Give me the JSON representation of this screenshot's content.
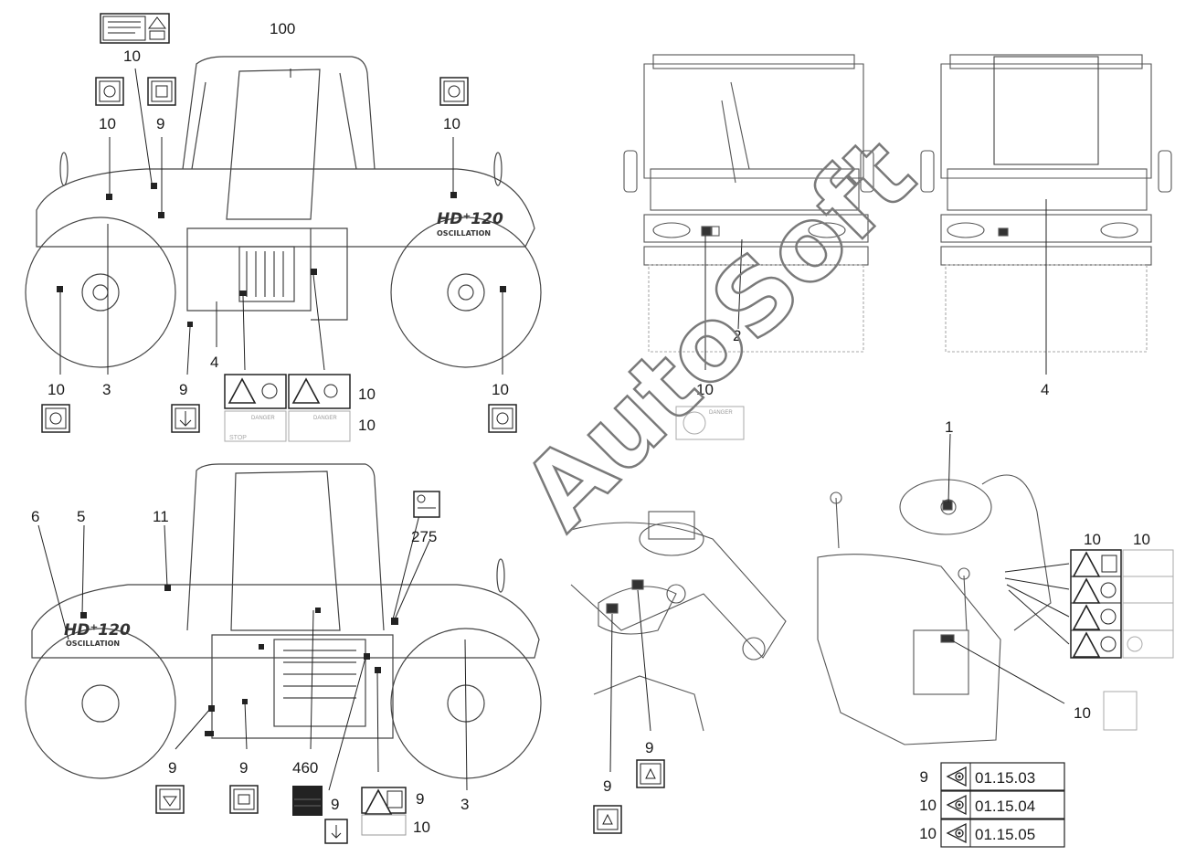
{
  "callouts": {
    "top_left": [
      "100",
      "10",
      "10",
      "9",
      "10",
      "10",
      "3",
      "9",
      "4",
      "10",
      "10",
      "10"
    ],
    "top_middle": [
      "2",
      "10"
    ],
    "top_right": [
      "4"
    ],
    "bottom_left": [
      "6",
      "5",
      "11",
      "275",
      "460",
      "9",
      "9",
      "3",
      "9",
      "9",
      "10"
    ],
    "bottom_middle": [
      "9",
      "9"
    ],
    "bottom_right": [
      "1",
      "10",
      "10",
      "10"
    ]
  },
  "label_text": {
    "danger": "DANGER",
    "stop": "STOP"
  },
  "reference_table": [
    {
      "qty": "9",
      "code": "01.15.03"
    },
    {
      "qty": "10",
      "code": "01.15.04"
    },
    {
      "qty": "10",
      "code": "01.15.05"
    }
  ],
  "watermark": "AutoSoft",
  "colors": {
    "line": "#333333",
    "faint": "#9a9a9a",
    "watermark": "#7a7a7a"
  }
}
